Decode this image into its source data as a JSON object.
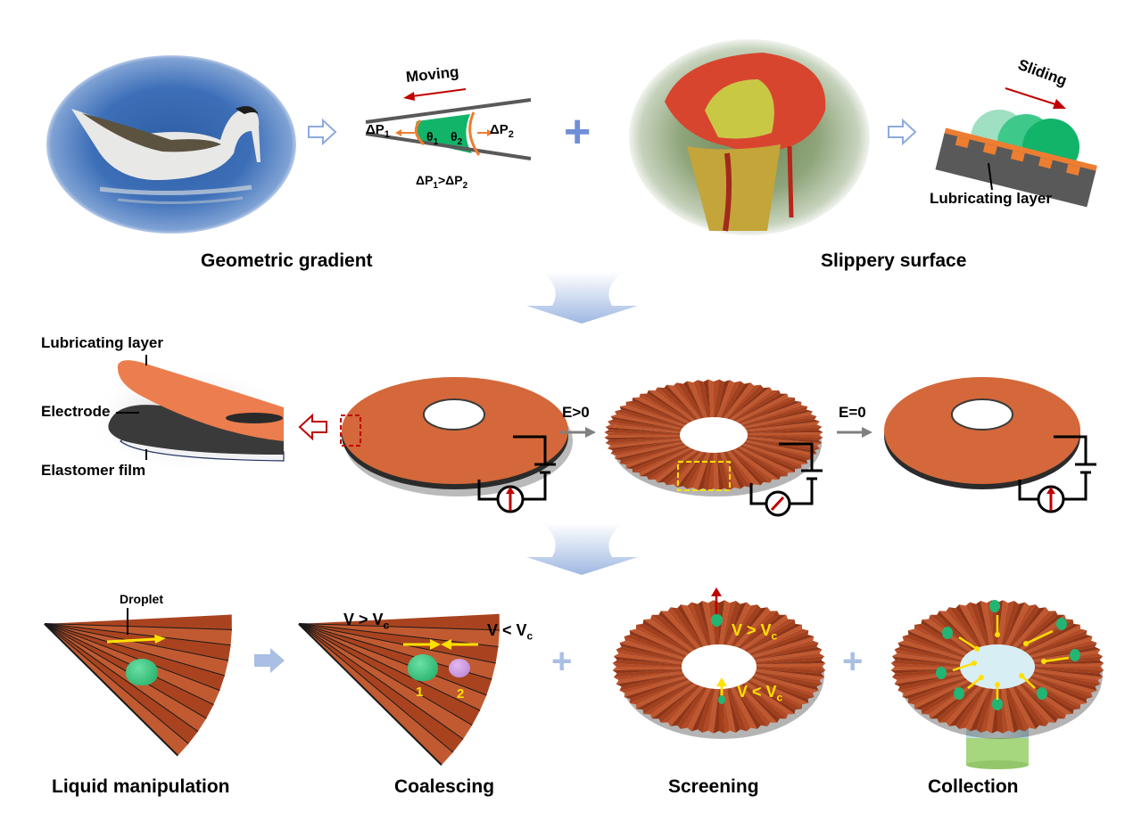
{
  "figure": {
    "top_row": {
      "geometric_caption": "Geometric gradient",
      "slippery_caption": "Slippery surface",
      "moving_label": "Moving",
      "dp1_label": "ΔP",
      "dp1_sub": "1",
      "dp2_label": "ΔP",
      "dp2_sub": "2",
      "theta1_label": "θ",
      "theta1_sub": "1",
      "theta2_label": "θ",
      "theta2_sub": "2",
      "inequality": {
        "a": "ΔP",
        "a_sub": "1",
        "op": ">",
        "b": "ΔP",
        "b_sub": "2"
      },
      "sliding_label": "Sliding",
      "lubricating_label": "Lubricating layer",
      "plus_symbol": "+"
    },
    "middle_row": {
      "layer_labels": {
        "lubricating": "Lubricating layer",
        "electrode": "Electrode",
        "elastomer": "Elastomer film"
      },
      "field_on": "E>0",
      "field_off": "E=0"
    },
    "bottom_row": {
      "droplet_label": "Droplet",
      "v_greater": {
        "v": "V > V",
        "sub": "c"
      },
      "v_less": {
        "v": "V < V",
        "sub": "c"
      },
      "drop_1": "1",
      "drop_2": "2",
      "captions": [
        "Liquid manipulation",
        "Coalescing",
        "Screening",
        "Collection"
      ],
      "plus_symbol": "+"
    },
    "colors": {
      "orange_disk": "#d4683a",
      "pleat_brown": "#a94422",
      "arrow_blue": "#a9bfe3",
      "plus_blue": "#6f8fd6",
      "red_arrow": "#c00000",
      "yellow": "#ffe000",
      "green_drop": "#22b573",
      "purple_drop": "#b47fd0",
      "meniscus_orange": "#ed7d31",
      "gray_arrow": "#808080"
    }
  }
}
